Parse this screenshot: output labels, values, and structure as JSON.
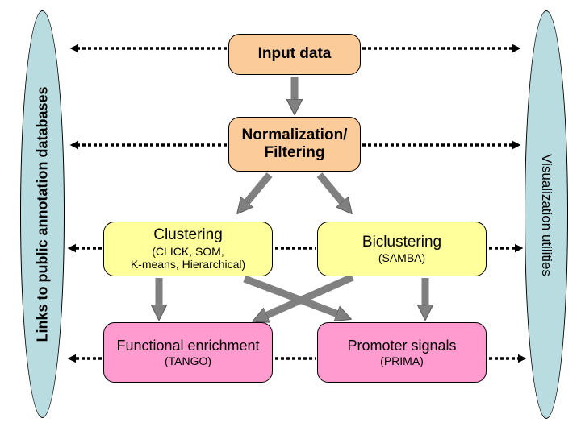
{
  "rails": {
    "left": {
      "label": "Links to public annotation databases"
    },
    "right": {
      "label": "Visualization utilities"
    }
  },
  "nodes": {
    "input_data": {
      "title": "Input data"
    },
    "normalization": {
      "line1": "Normalization/",
      "line2": "Filtering"
    },
    "clustering": {
      "title": "Clustering",
      "detail1": "(CLICK, SOM,",
      "detail2": "K-means, Hierarchical)"
    },
    "biclustering": {
      "title": "Biclustering",
      "detail1": "(SAMBA)"
    },
    "functional_enrichment": {
      "title": "Functional enrichment",
      "detail1": "(TANGO)"
    },
    "promoter_signals": {
      "title": "Promoter signals",
      "detail1": "(PRIMA)"
    }
  },
  "edges": [
    {
      "from": "input_data",
      "to": "normalization",
      "style": "solid"
    },
    {
      "from": "normalization",
      "to": "clustering",
      "style": "solid"
    },
    {
      "from": "normalization",
      "to": "biclustering",
      "style": "solid"
    },
    {
      "from": "clustering",
      "to": "functional_enrichment",
      "style": "solid"
    },
    {
      "from": "clustering",
      "to": "promoter_signals",
      "style": "solid"
    },
    {
      "from": "biclustering",
      "to": "promoter_signals",
      "style": "solid"
    },
    {
      "from": "biclustering",
      "to": "functional_enrichment",
      "style": "solid"
    },
    {
      "from": "input_data",
      "to": "left_rail",
      "style": "dashed"
    },
    {
      "from": "input_data",
      "to": "right_rail",
      "style": "dashed"
    },
    {
      "from": "normalization",
      "to": "left_rail",
      "style": "dashed"
    },
    {
      "from": "normalization",
      "to": "right_rail",
      "style": "dashed"
    },
    {
      "from": "clustering",
      "to": "left_rail",
      "style": "dashed"
    },
    {
      "from": "clustering",
      "to": "biclustering",
      "style": "dashed"
    },
    {
      "from": "biclustering",
      "to": "right_rail",
      "style": "dashed"
    },
    {
      "from": "functional_enrichment",
      "to": "left_rail",
      "style": "dashed"
    },
    {
      "from": "functional_enrichment",
      "to": "promoter_signals",
      "style": "dashed"
    },
    {
      "from": "promoter_signals",
      "to": "right_rail",
      "style": "dashed"
    }
  ],
  "colors": {
    "rail_fill": "#B8DCE0",
    "process_fill": "#FBCB99",
    "cluster_fill": "#FFFF9B",
    "result_fill": "#FF9BCE",
    "arrow_fill": "#808080",
    "dashed_line": "#000000",
    "border": "#000000",
    "background": "#FFFFFF"
  }
}
